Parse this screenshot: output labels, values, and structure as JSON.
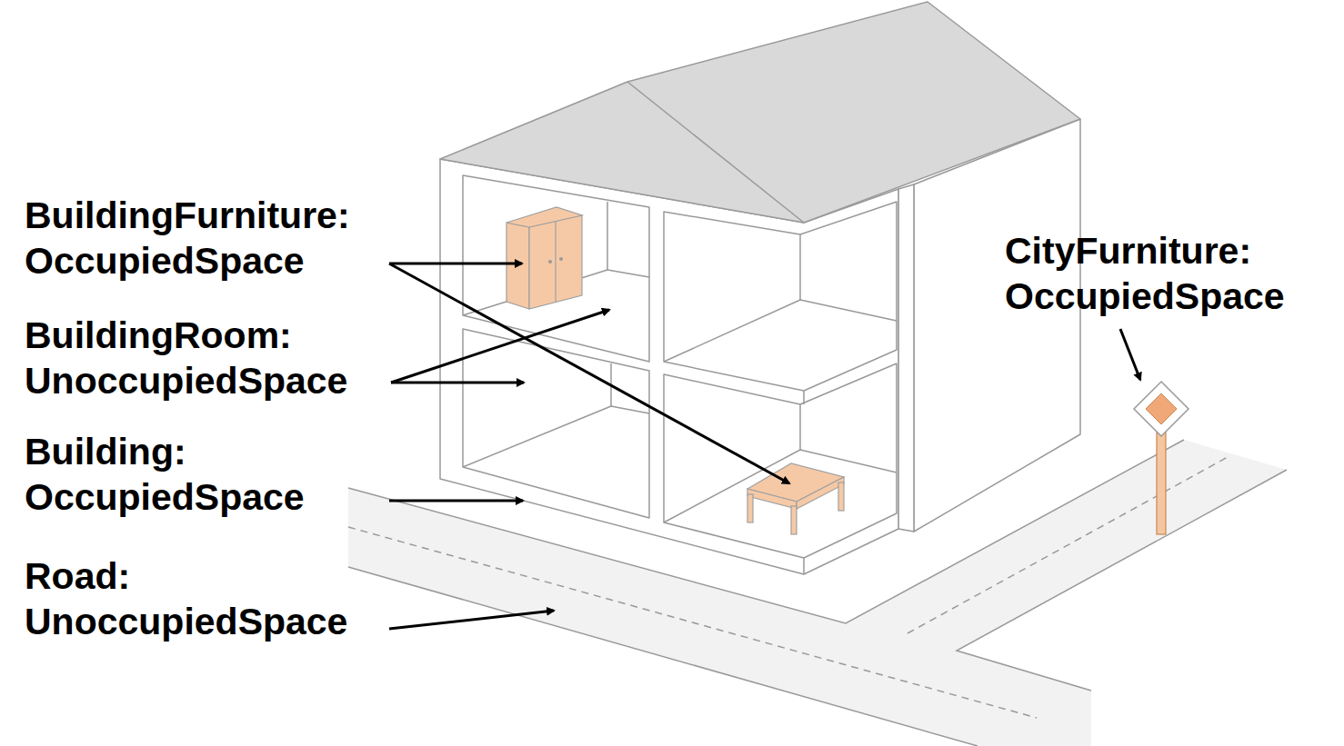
{
  "diagram": {
    "labels": [
      "BuildingFurniture: OccupiedSpace",
      "BuildingRoom: UnoccupiedSpace",
      "Building: OccupiedSpace",
      "Road: UnoccupiedSpace",
      "CityFurniture: OccupiedSpace"
    ]
  }
}
